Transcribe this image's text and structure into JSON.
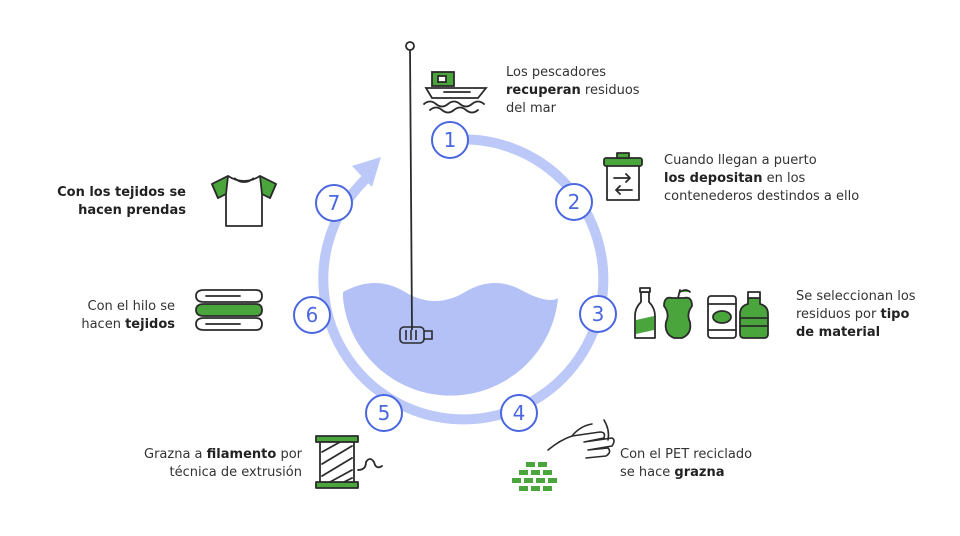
{
  "colors": {
    "cycle": "#bcc8f7",
    "water": "#b3c1f7",
    "step_stroke": "#4a67e0",
    "green": "#4aa63c",
    "ink": "#2b2b2b"
  },
  "steps": [
    {
      "number": "1",
      "pre": "Los pescadores ",
      "bold": "recuperan",
      "mid": " residuos",
      "line2": "del mar",
      "icon": "fishing-boat-icon"
    },
    {
      "number": "2",
      "pre": "Cuando llegan a puerto",
      "bold": "los depositan",
      "mid": " en los",
      "line3": "contenederos destindos a ello",
      "icon": "recycling-container-icon"
    },
    {
      "number": "3",
      "pre": "Se seleccionan los",
      "line2pre": "residuos por ",
      "bold": "tipo",
      "bold2": "de material",
      "icon": "waste-types-icon"
    },
    {
      "number": "4",
      "pre": "Con el PET reciclado",
      "line2pre": "se hace ",
      "bold": "grazna",
      "icon": "hand-pellets-icon"
    },
    {
      "number": "5",
      "pre": "Grazna a ",
      "bold": "filamento",
      "mid": " por",
      "line2": "técnica de extrusión",
      "icon": "filament-spool-icon"
    },
    {
      "number": "6",
      "pre": "Con el hilo se",
      "line2pre": "hacen ",
      "bold": "tejidos",
      "icon": "folded-fabric-icon"
    },
    {
      "number": "7",
      "bold": "Con los tejidos se",
      "bold2": "hacen prendas",
      "icon": "tshirt-icon"
    }
  ]
}
